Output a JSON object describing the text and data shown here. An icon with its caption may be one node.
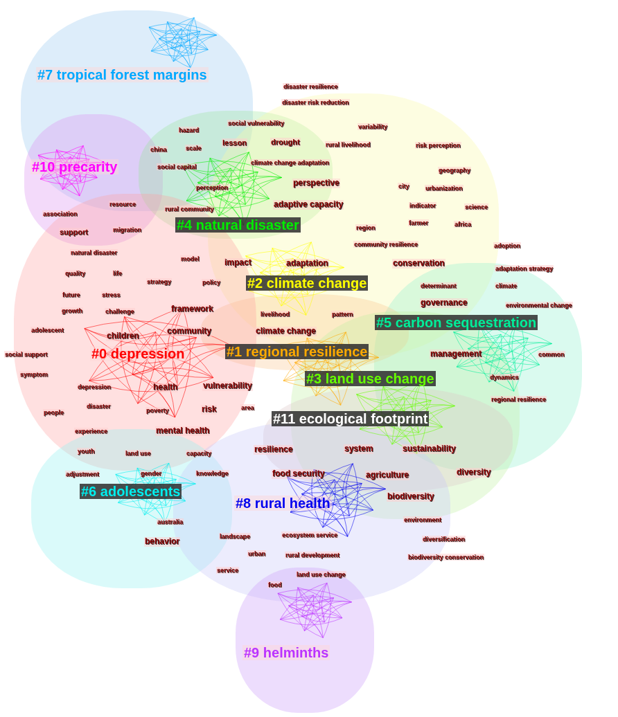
{
  "diagram": {
    "nodes": [
      {
        "text": [
          "#7 tropical forest margins"
        ]
      },
      {
        "text": [
          "#10 precarity"
        ]
      },
      {
        "text": [
          "#4 natural disaster"
        ]
      },
      {
        "text": [
          "#2 climate change"
        ]
      },
      {
        "text": [
          "#5 carbon sequestration"
        ]
      },
      {
        "text": [
          "#1 regional resilience"
        ]
      },
      {
        "text": [
          "#0 depression"
        ]
      },
      {
        "text": [
          "#3 land use change"
        ]
      },
      {
        "text": [
          "#11 ecological footprint"
        ]
      },
      {
        "text": [
          "#6 adolescents"
        ]
      },
      {
        "text": [
          "#8 rural health"
        ]
      },
      {
        "text": [
          "#9 helminths"
        ]
      }
    ],
    "edges": [],
    "labels": [
      "disaster resilience",
      "disaster risk reduction",
      "social vulnerability",
      "variability",
      "hazard",
      "lesson",
      "drought",
      "rural livelihood",
      "risk perception",
      "china",
      "scale",
      "climate change adaptation",
      "social capital",
      "perspective",
      "geography",
      "perception",
      "city",
      "urbanization",
      "resource",
      "rural community",
      "adaptive capacity",
      "association",
      "indicator",
      "science",
      "support",
      "migration",
      "region",
      "farmer",
      "africa",
      "natural disaster",
      "community resilience",
      "adoption",
      "model",
      "impact",
      "adaptation",
      "conservation",
      "adaptation strategy",
      "quality",
      "life",
      "strategy",
      "policy",
      "future",
      "stress",
      "determinant",
      "climate",
      "growth",
      "challenge",
      "framework",
      "governance",
      "environmental change",
      "livelihood",
      "pattern",
      "adolescent",
      "children",
      "community",
      "climate change",
      "social support",
      "management",
      "common",
      "symptom",
      "depression",
      "health",
      "vulnerability",
      "dynamics",
      "disaster",
      "people",
      "poverty",
      "risk",
      "area",
      "regional resilience",
      "experience",
      "mental health",
      "youth",
      "land use",
      "capacity",
      "resilience",
      "system",
      "sustainability",
      "adjustment",
      "gender",
      "knowledge",
      "food security",
      "agriculture",
      "diversity",
      "biodiversity",
      "australia",
      "environment",
      "behavior",
      "landscape",
      "ecosystem service",
      "diversification",
      "urban",
      "rural development",
      "biodiversity conservation",
      "service",
      "land use change",
      "food"
    ]
  }
}
